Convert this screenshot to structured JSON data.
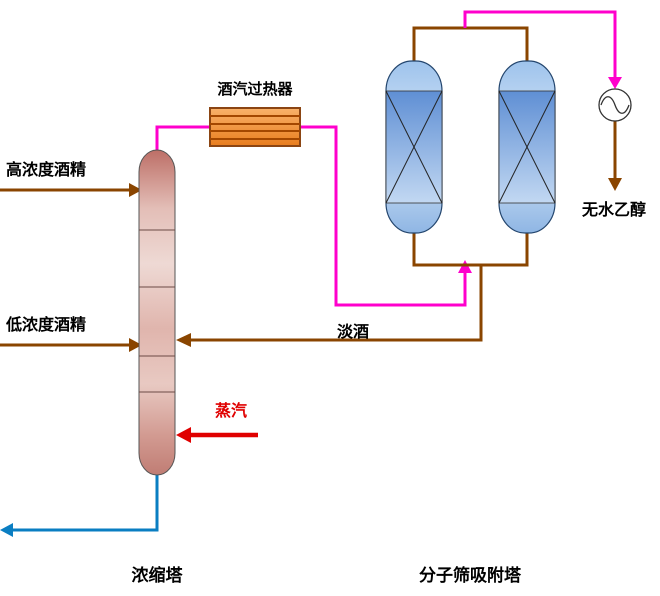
{
  "diagram": {
    "streams": {
      "high_concentration_feed": "高浓度酒精",
      "low_concentration_feed": "低浓度酒精",
      "steam": "蒸汽",
      "weak_alcohol": "淡酒",
      "anhydrous_ethanol": "无水乙醇"
    },
    "equipment": {
      "superheater": "酒汽过热器",
      "concentration_tower": "浓缩塔",
      "molecular_sieve_towers": "分子筛吸附塔"
    },
    "colors": {
      "pipe_brown": "#8a4500",
      "pipe_magenta": "#ff00cc",
      "pipe_red": "#e00000",
      "pipe_blue": "#0a7ec2",
      "tower_pink": "#d9a49c",
      "superheater_orange": "#e87d1e",
      "vessel_blue": "#6d9bd9"
    }
  }
}
